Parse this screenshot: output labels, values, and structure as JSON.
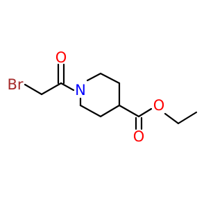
{
  "molecule": {
    "colors": {
      "carbon_bond": "#000000",
      "oxygen": "#ff0000",
      "nitrogen": "#0000ff",
      "bromine": "#a52a2a"
    },
    "atoms": {
      "br": {
        "symbol": "Br",
        "color": "#a52a2a"
      },
      "o_ketone": {
        "symbol": "O",
        "color": "#ff0000"
      },
      "n_ring": {
        "symbol": "N",
        "color": "#0000ff"
      },
      "o_carbonyl": {
        "symbol": "O",
        "color": "#ff0000"
      },
      "o_ether": {
        "symbol": "O",
        "color": "#ff0000"
      }
    }
  }
}
